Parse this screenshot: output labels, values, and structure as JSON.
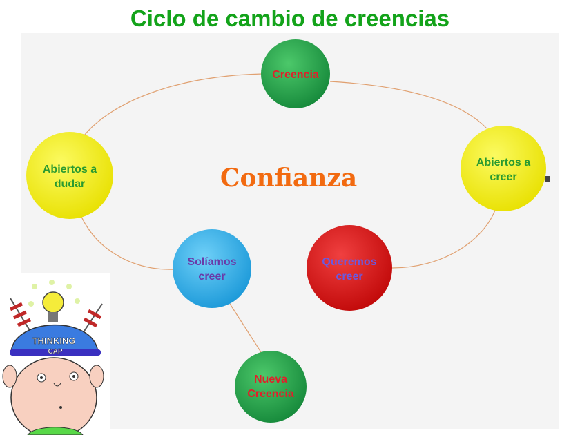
{
  "title": "Ciclo de cambio de creencias",
  "center_label": "Confianza",
  "nodes": {
    "creencia": {
      "lines": [
        "Creencia"
      ],
      "fill": "#22a04a",
      "text_color": "#e0202a"
    },
    "abiertos_dudar": {
      "lines": [
        "Abiertos a",
        "dudar"
      ],
      "fill": "#f2ee10",
      "text_color": "#2a9a30"
    },
    "abiertos_creer": {
      "lines": [
        "Abiertos a",
        "creer"
      ],
      "fill": "#f2ee10",
      "text_color": "#2a9a30"
    },
    "soliamos": {
      "lines": [
        "Solíamos",
        "creer"
      ],
      "fill": "#30aee8",
      "text_color": "#6a3aa8"
    },
    "queremos": {
      "lines": [
        "Queremos",
        "creer"
      ],
      "fill": "#e01818",
      "text_color": "#6a5ae0"
    },
    "nueva": {
      "lines": [
        "Nueva",
        "Creencia"
      ],
      "fill": "#22a04a",
      "text_color": "#e0202a"
    }
  },
  "illustration": {
    "cap_text": [
      "THINKING",
      "CAP"
    ]
  }
}
